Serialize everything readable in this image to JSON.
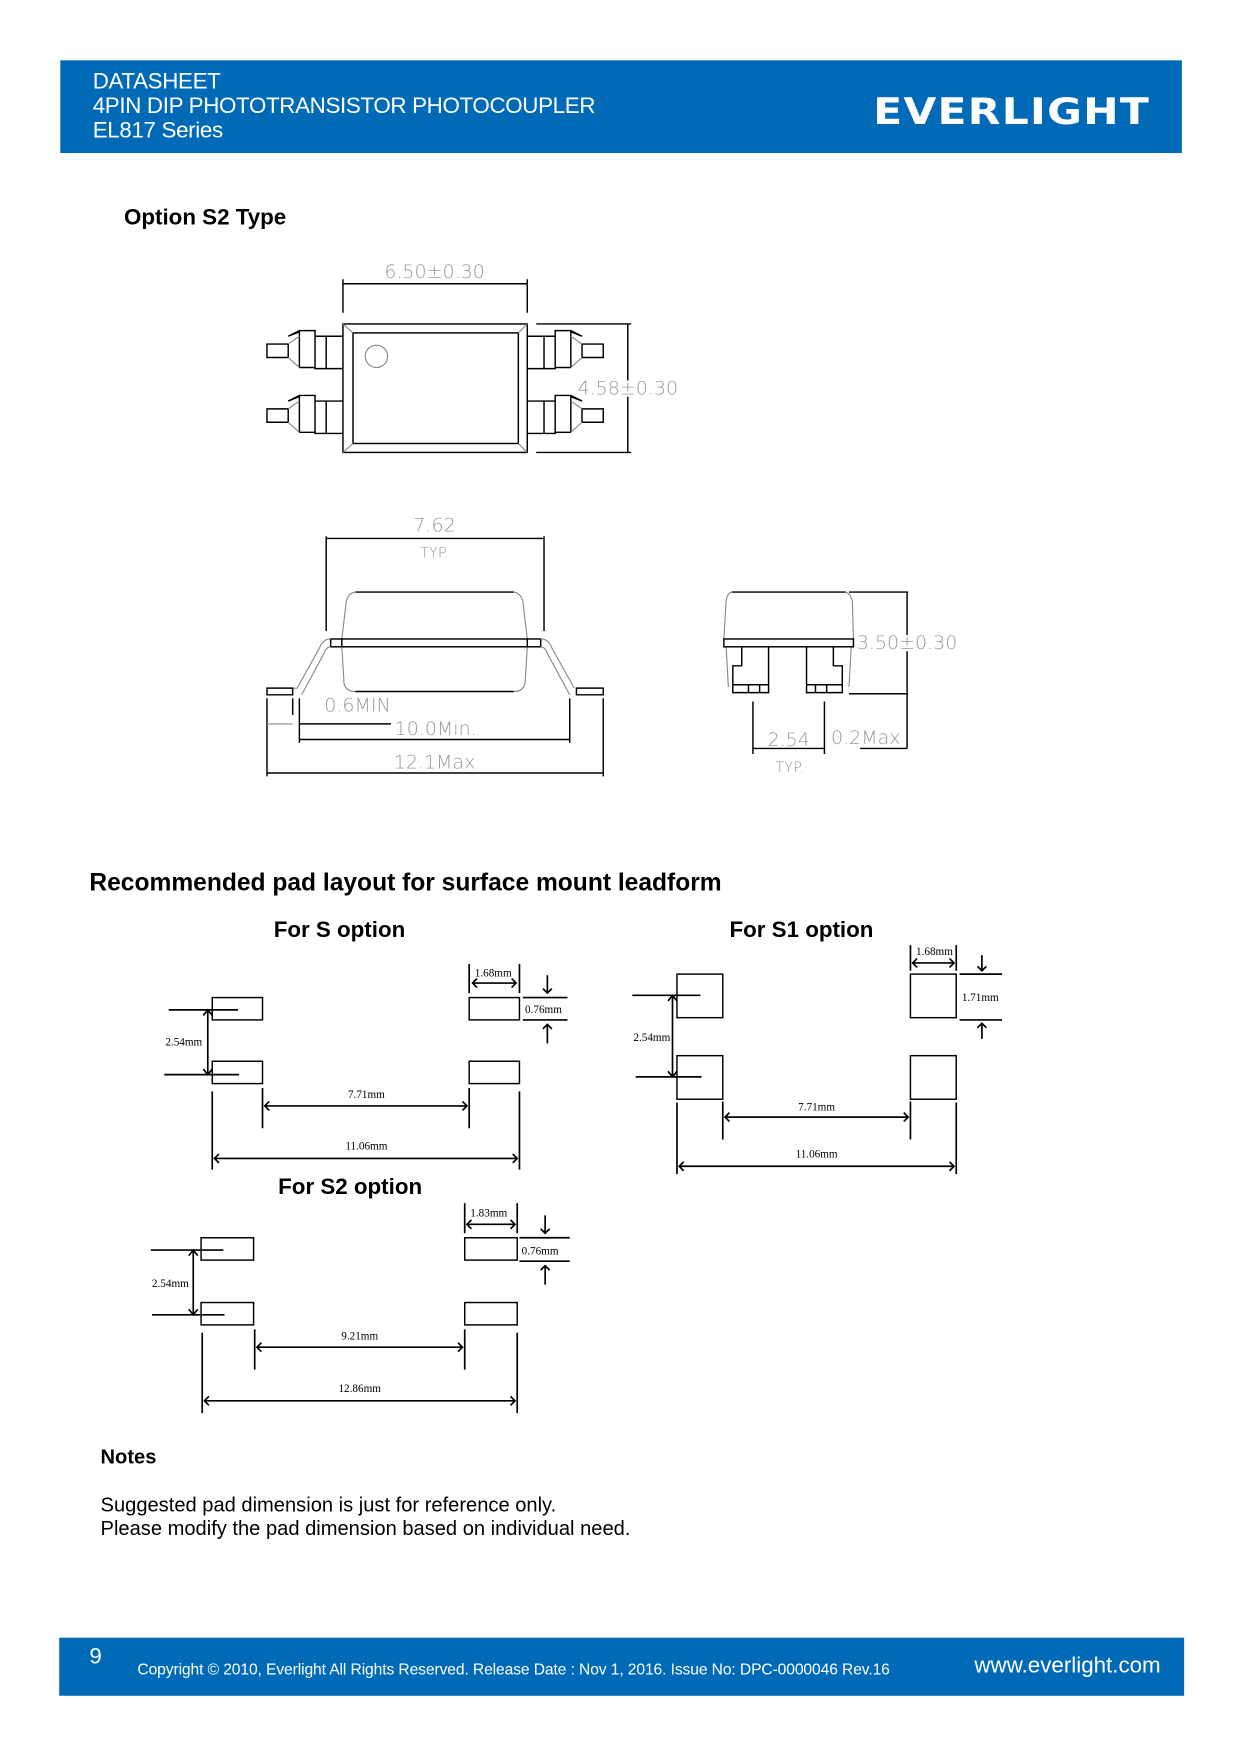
{
  "header": {
    "line1": "DATASHEET",
    "line2": "4PIN DIP PHOTOTRANSISTOR PHOTOCOUPLER",
    "line3": "EL817 Series",
    "logo": "EVERLIGHT"
  },
  "section1": {
    "title": "Option S2 Type",
    "top_view": {
      "width": "6.50±0.30",
      "height": "4.58±0.30"
    },
    "side_view": {
      "lead_span": "7.62",
      "lead_span_note": "TYP.",
      "foot": "0.6MIN",
      "inner": "10.0Min.",
      "overall": "12.1Max"
    },
    "end_view": {
      "height": "3.50±0.30",
      "pitch": "2.54",
      "pitch_note": "TYP.",
      "standoff": "0.2Max"
    }
  },
  "section2": {
    "title": "Recommended pad layout for surface mount leadform",
    "s_option": {
      "title": "For S option",
      "pad_width": "1.68mm",
      "pad_height": "0.76mm",
      "pitch": "2.54mm",
      "inner": "7.71mm",
      "outer": "11.06mm"
    },
    "s1_option": {
      "title": "For S1 option",
      "pad_width": "1.68mm",
      "pad_height": "1.71mm",
      "pitch": "2.54mm",
      "inner": "7.71mm",
      "outer": "11.06mm"
    },
    "s2_option": {
      "title": "For S2 option",
      "pad_width": "1.83mm",
      "pad_height": "0.76mm",
      "pitch": "2.54mm",
      "inner": "9.21mm",
      "outer": "12.86mm"
    }
  },
  "notes": {
    "title": "Notes",
    "line1": "Suggested pad dimension is just for reference only.",
    "line2": "Please modify the pad dimension based on individual need."
  },
  "footer": {
    "page": "9",
    "copyright": "Copyright © 2010, Everlight All Rights Reserved. Release Date : Nov 1, 2016. Issue No: DPC-0000046   Rev.16",
    "url": "www.everlight.com"
  },
  "colors": {
    "brand": "#006ab7"
  }
}
